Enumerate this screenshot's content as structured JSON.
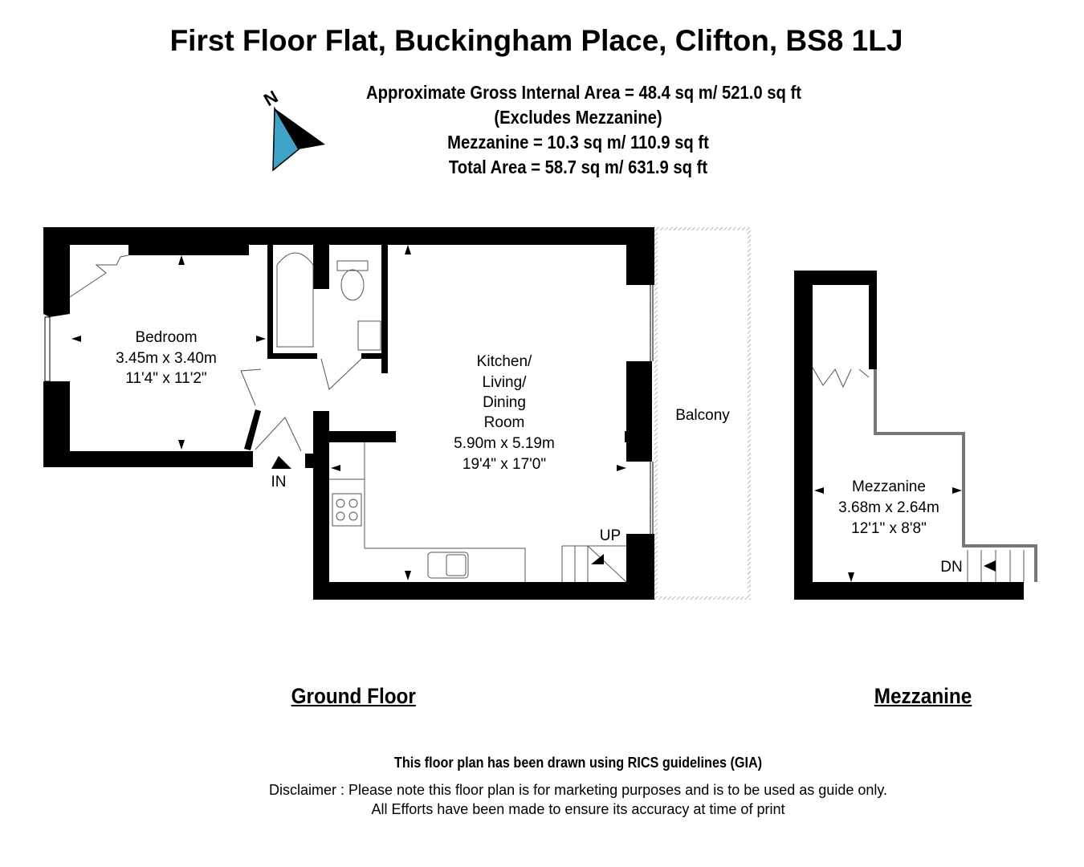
{
  "title": "First Floor Flat, Buckingham Place, Clifton, BS8 1LJ",
  "areas": {
    "gross": "Approximate Gross Internal Area = 48.4 sq m/ 521.0 sq ft",
    "excludes": "(Excludes Mezzanine)",
    "mezzanine": "Mezzanine = 10.3 sq m/ 110.9 sq ft",
    "total": "Total Area = 58.7 sq m/ 631.9 sq ft"
  },
  "compass": {
    "label": "N",
    "color": "#3fa3c8"
  },
  "rooms": {
    "bedroom": {
      "name": "Bedroom",
      "metric": "3.45m x 3.40m",
      "imperial": "11'4\" x 11'2\""
    },
    "kitchen": {
      "name1": "Kitchen/",
      "name2": "Living/",
      "name3": "Dining",
      "name4": "Room",
      "metric": "5.90m x 5.19m",
      "imperial": "19'4\" x 17'0\""
    },
    "balcony": {
      "name": "Balcony"
    },
    "mezzanine": {
      "name": "Mezzanine",
      "metric": "3.68m x 2.64m",
      "imperial": "12'1\" x 8'8\""
    }
  },
  "markers": {
    "in": "IN",
    "up": "UP",
    "dn": "DN"
  },
  "floors": {
    "ground": "Ground Floor",
    "mezzanine": "Mezzanine"
  },
  "footer": {
    "rics": "This floor plan has been drawn using RICS guidelines (GIA)",
    "disclaimer1": "Disclaimer : Please note this floor plan is for marketing purposes and is to be used as guide only.",
    "disclaimer2": "All Efforts have been made to ensure its accuracy at time of print"
  }
}
